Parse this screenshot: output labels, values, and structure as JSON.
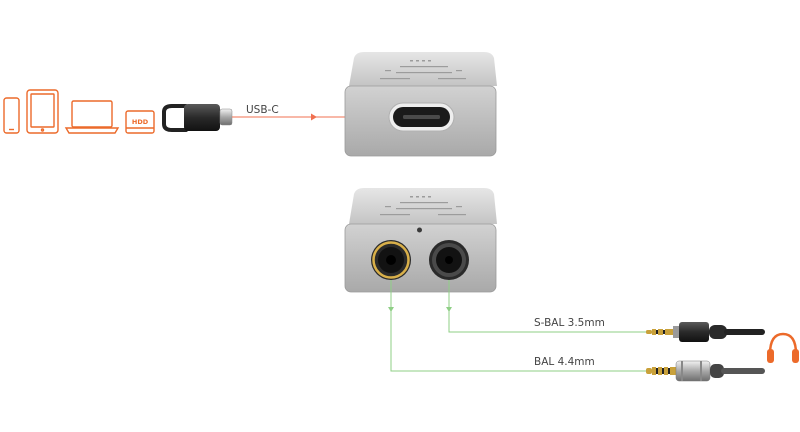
{
  "colors": {
    "accent": "#ec6a2a",
    "usb_line": "#f07050",
    "audio_line": "#8fcf86",
    "device_body": "#cfcfcf",
    "gold_ring": "#d9b04a"
  },
  "sources": {
    "icons": [
      "smartphone-icon",
      "tablet-icon",
      "laptop-icon",
      "hdd-icon"
    ],
    "hdd_text": "HDD"
  },
  "connections": {
    "usb_c": {
      "label": "USB-C"
    },
    "s_bal": {
      "label": "S-BAL 3.5mm"
    },
    "bal": {
      "label": "BAL 4.4mm"
    }
  },
  "output": {
    "icon": "headphones-icon"
  }
}
